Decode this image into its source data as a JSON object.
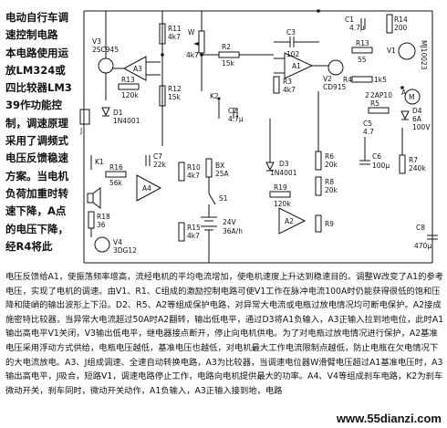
{
  "side_text": {
    "title": "电动自行车调速控制电路",
    "paragraph": "本电路使用运放LM324或四比较器LM339作功能控制，调速原理采用了调频式电压反馈稳速方案。当电机负荷加重时转速下降，A点的电压下降，经R4将此"
  },
  "body_text": {
    "p1": "电压反馈给A1，使振荡频率增高，流经电机的平均电流增加，使电机速度上升达到稳速目的。调整W改变了A1的参考电压，实现了电机的调速。由V1、R1、C组成的激励控制电路可使V1工作在脉冲电流100A时仍能获得很低的饱和压降和陡峭的输出波形上下沿。D2、R5、A2等组成保护电路，对异常大电流或电瓶过放电情况均可断电保护。A2接成施密特比较器，当异常大电流超过50A时A2翻转，输出低电平，通过D3将A1负输入，A3正输入拉到地电位，此时A1输出高电平V1关闭，V3输出低电平，继电器接点断开，停止向电机供电。为了对电瓶过放电情况进行保护，A2基准电压采用浮动方式供给，电瓶电压越低，基准电压也越低，对电机最大工作电流限制点越低，防止电瓶在欠电情况下的大电流放电。A3、J组成调速、全速自动转换电路，A3为比较器，当调速电位器W滑臂电压超过A1基准电压时，A3输出高电平，J吸合，短路V1，调速电路停止工作，电路向电机提供最大的功率。A4、V4等组成刹车电路，K2为刹车微动开关，刹车同时，微动开关动作，A1负输入，A3正输入接到地，电路"
  },
  "watermark": "www.55dianzi.com",
  "components": {
    "v3": "V3",
    "v3_type": "2SC945",
    "a3": "A3",
    "r13": "R13",
    "r13_val": "120k",
    "r11": "R11",
    "r11_val": "4k7",
    "r12": "R12",
    "r12_val": "15k",
    "w": "W",
    "w_val": "4k7",
    "r2": "R2",
    "r2_val": "15k",
    "c3": "C3",
    "c3_val": "102",
    "a1": "A1",
    "r3": "R3",
    "r3_val": "4k7",
    "c1": "C1",
    "c1_val": "4.7μ",
    "r13b": "R13",
    "r13b_val": "55",
    "r14": "R14",
    "r14_val": "200",
    "v1": "V1",
    "v1_type": "MJ10023",
    "v2": "V2",
    "v2_type": "CD915",
    "r4": "R4",
    "r4_val": "1k5",
    "d2": "2",
    "d2_type": "2AP10",
    "node_a": "A",
    "motor": "M",
    "d1": "D1",
    "d1_type": "1N4001",
    "k2": "K2",
    "c2": "C2",
    "c2_val": "4.7μ",
    "k1": "K1",
    "c7": "C7",
    "c7_val": "22k",
    "r16": "R16",
    "r16_val": "56k",
    "a4": "A4",
    "r10": "R10",
    "r10_val": "4k7",
    "bx": "BX",
    "bx_val": "25A",
    "d3": "D3",
    "d3_type": "1N4001",
    "r6": "R6",
    "r6_val": "20k",
    "r8": "R8",
    "r8_val": "20k",
    "c6": "C6",
    "c6_val": "100μ",
    "r7": "R7",
    "r7_val": "240k",
    "r5": "R5",
    "c5": "C5",
    "c5_val": "4.7",
    "d4": "D4",
    "d4_val": "6A",
    "d4_v": "100V",
    "r19": "R19",
    "r19_val": "120k",
    "a2": "A2",
    "r18": "R18",
    "r18_val": "36",
    "v4": "V4",
    "v4_type": "3DG12",
    "s1": "S1",
    "bat": "24V",
    "bat_cap": "36A/h",
    "r15": "R15",
    "r15_val": "4k7",
    "r9": "R9",
    "c8": "C8",
    "c8_val": "470μ",
    "j": "J"
  }
}
